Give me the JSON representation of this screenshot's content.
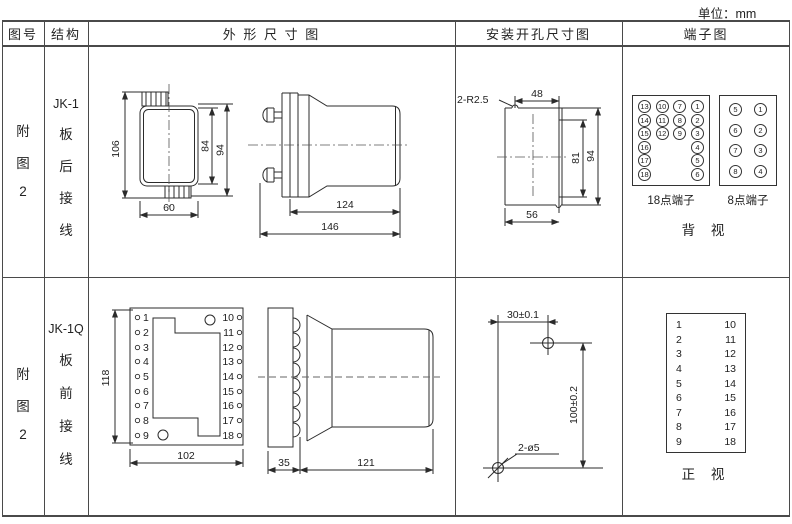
{
  "unit": "单位：mm",
  "header": {
    "figure": "图号",
    "structure": "结构",
    "outline": "外 形 尺 寸 图",
    "install": "安装开孔尺寸图",
    "terminal": "端子图"
  },
  "r1": {
    "figure": [
      "附",
      "图",
      "2"
    ],
    "model": "JK-1",
    "struct": [
      "板",
      "后",
      "接",
      "线"
    ],
    "out": {
      "d106": "106",
      "d84": "84",
      "d94": "94",
      "d60": "60",
      "d124": "124",
      "d146": "146"
    },
    "ins": {
      "note": "2-R2.5",
      "d48": "48",
      "d81": "81",
      "d94": "94",
      "d56": "56"
    },
    "t18": {
      "rows": [
        [
          "13",
          "10",
          "7",
          "1"
        ],
        [
          "14",
          "11",
          "8",
          "2"
        ],
        [
          "15",
          "12",
          "9",
          "3"
        ],
        [
          "16",
          "4"
        ],
        [
          "17",
          "5"
        ],
        [
          "18",
          "6"
        ]
      ],
      "label": "18点端子"
    },
    "t8": {
      "rows": [
        [
          "5",
          "1"
        ],
        [
          "6",
          "2"
        ],
        [
          "7",
          "3"
        ],
        [
          "8",
          "4"
        ]
      ],
      "label": "8点端子"
    },
    "view": "背  视"
  },
  "r2": {
    "figure": [
      "附",
      "图",
      "2"
    ],
    "model": "JK-1Q",
    "struct": [
      "板",
      "前",
      "接",
      "线"
    ],
    "out": {
      "d118": "118",
      "d102": "102",
      "d35": "35",
      "d121": "121",
      "left": [
        "1",
        "2",
        "3",
        "4",
        "5",
        "6",
        "7",
        "8",
        "9"
      ],
      "right": [
        "10",
        "11",
        "12",
        "13",
        "14",
        "15",
        "16",
        "17",
        "18"
      ]
    },
    "ins": {
      "d30": "30±0.1",
      "d100": "100±0.2",
      "note": "2-ø5"
    },
    "tbl": {
      "left": [
        "1",
        "2",
        "3",
        "4",
        "5",
        "6",
        "7",
        "8",
        "9"
      ],
      "right": [
        "10",
        "11",
        "12",
        "13",
        "14",
        "15",
        "16",
        "17",
        "18"
      ],
      "label": "正  视"
    }
  }
}
